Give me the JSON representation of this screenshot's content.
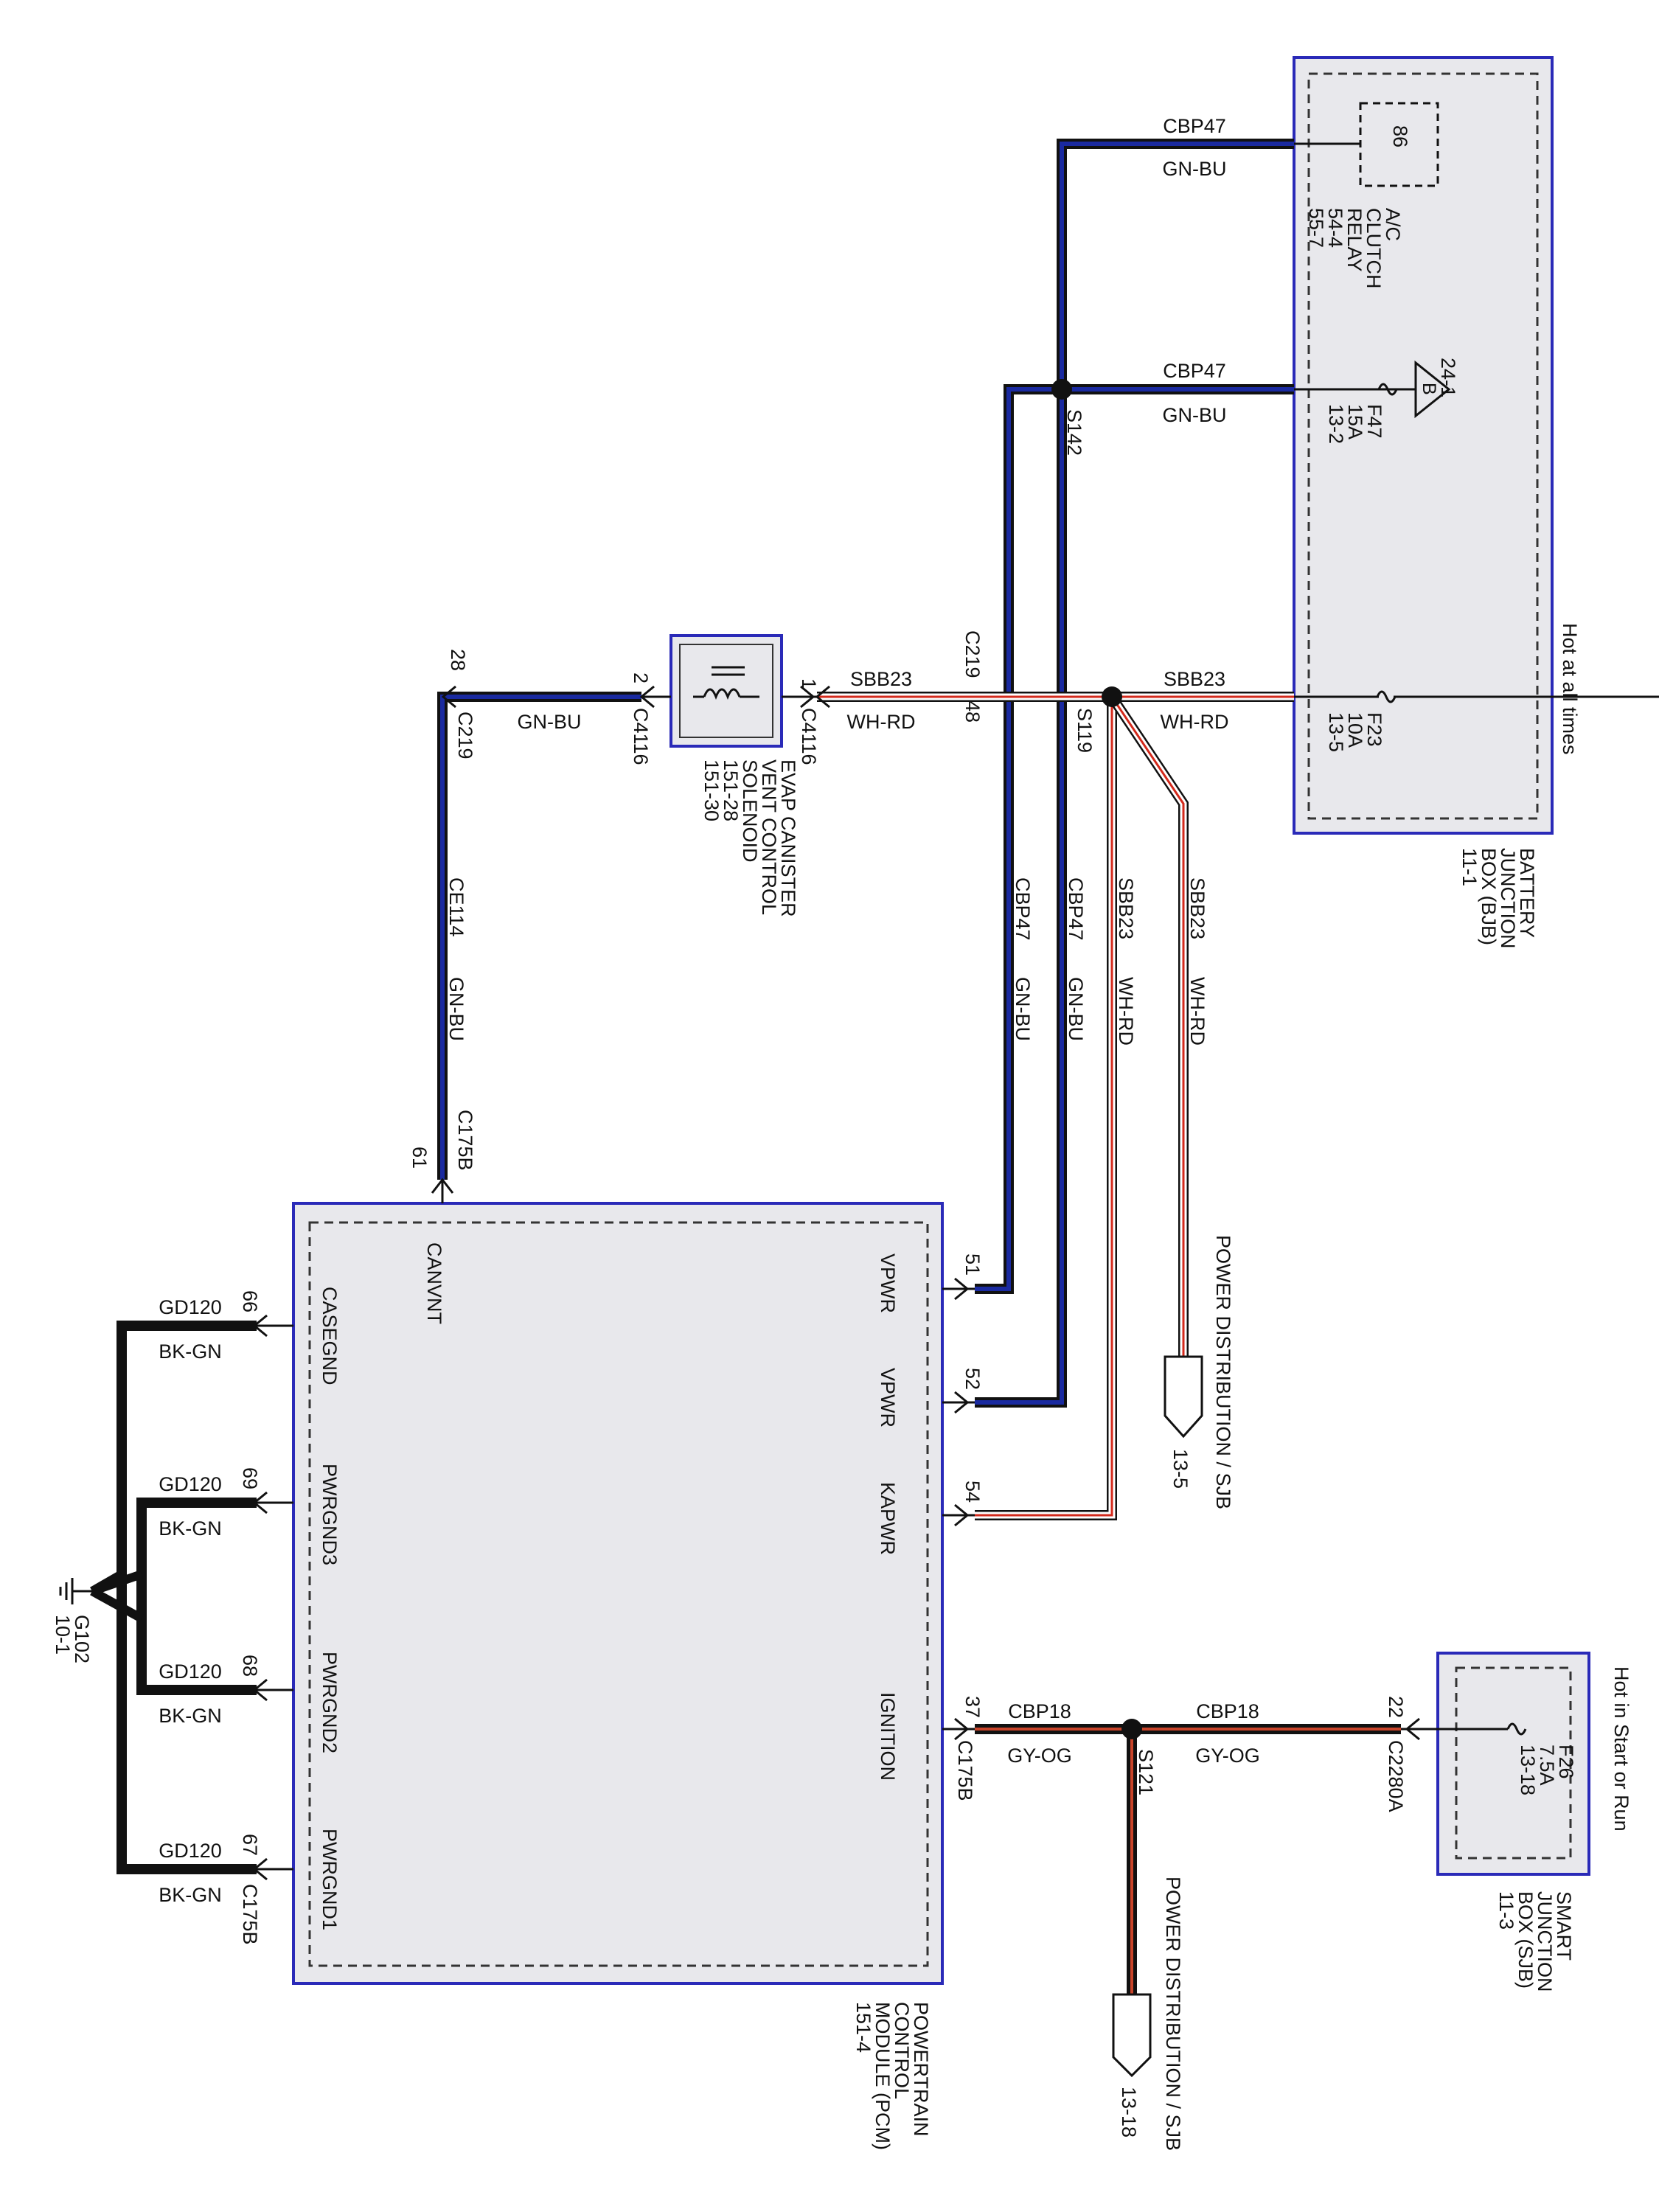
{
  "colors": {
    "gn_bu_stripe": "#1a2aa0",
    "wh_rd_stripe": "#d42a1c",
    "gy_og_stripe": "#c8442a",
    "wire_black": "#111111",
    "module_fill": "#e8e8ec",
    "module_border": "#2a2ab8"
  },
  "components": {
    "bjb": {
      "name_lines": [
        "BATTERY",
        "JUNCTION",
        "BOX (BJB)",
        "11-1"
      ],
      "hot": "Hot at all times"
    },
    "ac_relay": {
      "pin": "86",
      "name_lines": [
        "A/C",
        "CLUTCH",
        "RELAY",
        "54-4",
        "55-7"
      ]
    },
    "f47": {
      "lines": [
        "F47",
        "15A",
        "13-2"
      ],
      "ref": "24-1",
      "bus": "B"
    },
    "f23": {
      "lines": [
        "F23",
        "10A",
        "13-5"
      ]
    },
    "sjb": {
      "name_lines": [
        "SMART",
        "JUNCTION",
        "BOX (SJB)",
        "11-3"
      ],
      "hot_lines": [
        "Hot in Start or Run"
      ]
    },
    "f26": {
      "lines": [
        "F26",
        "7.5A",
        "13-18"
      ]
    },
    "evap": {
      "name_lines": [
        "EVAP CANISTER",
        "VENT CONTROL",
        "SOLENOID",
        "151-28",
        "151-30"
      ]
    },
    "pcm": {
      "name_lines": [
        "POWERTRAIN",
        "CONTROL",
        "MODULE (PCM)",
        "151-4"
      ],
      "pins": {
        "vpwr1": "VPWR",
        "vpwr2": "VPWR",
        "kapwr": "KAPWR",
        "ignition": "IGNITION",
        "canvnt": "CANVNT",
        "casegnd": "CASEGND",
        "pwrgnd3": "PWRGND3",
        "pwrgnd2": "PWRGND2",
        "pwrgnd1": "PWRGND1"
      }
    },
    "ground": {
      "id": "G102",
      "ref": "10-1"
    },
    "pd1": {
      "label": "POWER DISTRIBUTION / SJB",
      "ref": "13-5"
    },
    "pd2": {
      "label": "POWER DISTRIBUTION / SJB",
      "ref": "13-18"
    }
  },
  "wires": {
    "cbp47_top": {
      "circuit": "CBP47",
      "color": "GN-BU"
    },
    "cbp47_mid": {
      "circuit": "CBP47",
      "color": "GN-BU"
    },
    "sbb23_top": {
      "circuit": "SBB23",
      "color": "WH-RD"
    },
    "sbb23_left": {
      "circuit": "SBB23",
      "color": "WH-RD"
    },
    "evap_out": {
      "color": "GN-BU"
    },
    "ce114": {
      "circuit": "CE114",
      "color": "GN-BU"
    },
    "cbp47_v1": {
      "circuit": "CBP47",
      "color": "GN-BU"
    },
    "cbp47_v2": {
      "circuit": "CBP47",
      "color": "GN-BU"
    },
    "sbb23_v1": {
      "circuit": "SBB23",
      "color": "WH-RD"
    },
    "sbb23_v2": {
      "circuit": "SBB23",
      "color": "WH-RD"
    },
    "cbp18_left": {
      "circuit": "CBP18",
      "color": "GY-OG"
    },
    "cbp18_right": {
      "circuit": "CBP18",
      "color": "GY-OG"
    },
    "gd120_66": {
      "circuit": "GD120",
      "color": "BK-GN"
    },
    "gd120_69": {
      "circuit": "GD120",
      "color": "BK-GN"
    },
    "gd120_68": {
      "circuit": "GD120",
      "color": "BK-GN"
    },
    "gd120_67": {
      "circuit": "GD120",
      "color": "BK-GN"
    }
  },
  "splices": {
    "s142": "S142",
    "s119": "S119",
    "s121": "S121"
  },
  "connectors": {
    "c219_top": "C219",
    "c219_pin": "48",
    "c219_left": "C219",
    "c219_left_pin": "28",
    "c4116_a": "C4116",
    "c4116_a_pin": "1",
    "c4116_b": "C4116",
    "c4116_b_pin": "2",
    "c175b_top": "C175B",
    "c175b_top_pin": "61",
    "c175b_right": "C175B",
    "c175b_left": "C175B",
    "c2280a": "C2280A",
    "c2280a_pin": "22",
    "pin51": "51",
    "pin52": "52",
    "pin54": "54",
    "pin37": "37",
    "pin66": "66",
    "pin69": "69",
    "pin68": "68",
    "pin67": "67"
  }
}
